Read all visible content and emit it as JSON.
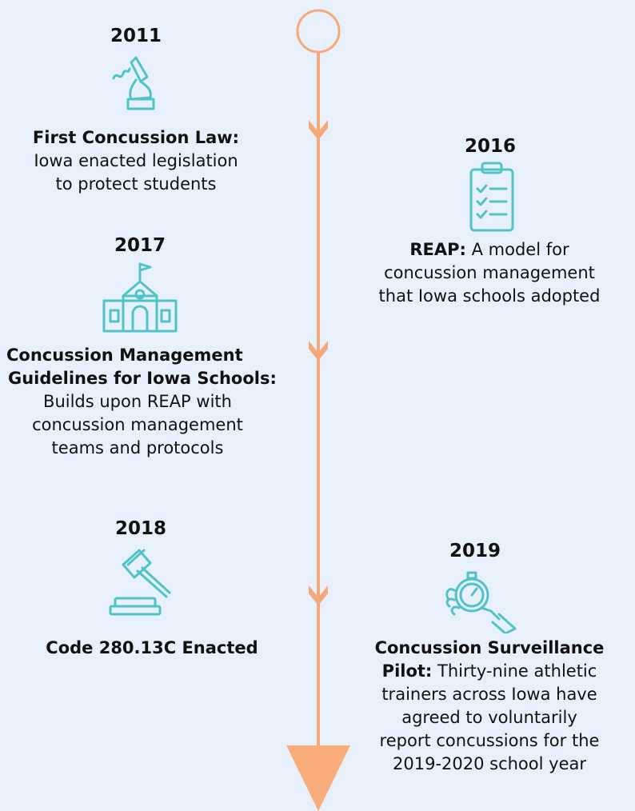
{
  "colors": {
    "background": "#e8f1fb",
    "timeline": "#f5a97a",
    "icon": "#4fc3c8"
  },
  "events": [
    {
      "year": "2011",
      "icon": "hand-pen-icon",
      "title": "First Concussion Law:",
      "lines": [
        "Iowa enacted legislation",
        "to protect students"
      ]
    },
    {
      "year": "2016",
      "icon": "clipboard-checklist-icon",
      "title": "REAP:",
      "lines": [
        " A model for",
        "concussion management",
        "that Iowa schools adopted"
      ]
    },
    {
      "year": "2017",
      "icon": "school-building-icon",
      "title": "Concussion Management Guidelines for Iowa Schools:",
      "title_lines": [
        "Concussion Management",
        "Guidelines for Iowa Schools:"
      ],
      "lines": [
        "Builds upon REAP with",
        "concussion management",
        "teams and protocols"
      ]
    },
    {
      "year": "2018",
      "icon": "gavel-icon",
      "title": "Code 280.13C Enacted",
      "lines": []
    },
    {
      "year": "2019",
      "icon": "stopwatch-hand-icon",
      "title": "Concussion Surveillance Pilot:",
      "title_lines": [
        "Concussion Surveillance",
        "Pilot:"
      ],
      "lines": [
        " Thirty-nine athletic",
        "trainers across Iowa have",
        "agreed to voluntarily",
        "report concussions for the",
        "2019-2020 school year"
      ]
    }
  ]
}
